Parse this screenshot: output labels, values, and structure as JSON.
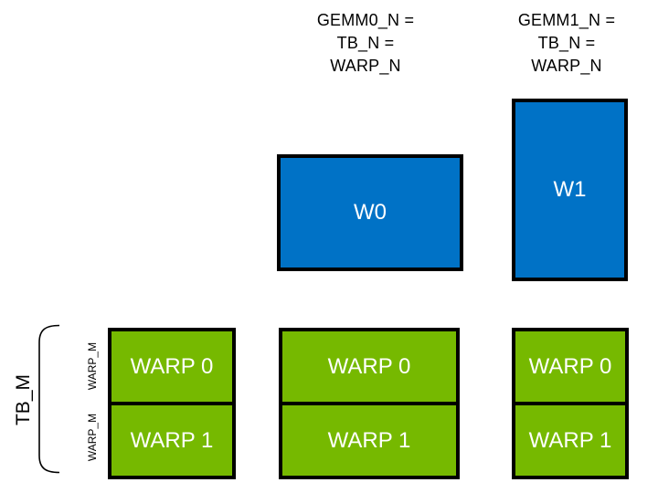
{
  "diagram": {
    "title_context": "GEMM warp tiling diagram",
    "colors": {
      "warp_tile_blue": "#0072C6",
      "warp_cell_green": "#76B900",
      "border_black": "#000000",
      "text_on_fill": "#ffffff",
      "annotation_text": "#000000"
    },
    "headers": [
      {
        "lines": [
          "GEMM0_N =",
          "TB_N =",
          "WARP_N"
        ]
      },
      {
        "lines": [
          "GEMM1_N =",
          "TB_N =",
          "WARP_N"
        ]
      }
    ],
    "blue_tiles": [
      {
        "label": "W0"
      },
      {
        "label": "W1"
      }
    ],
    "left_axis": {
      "bracket_label": "TB_M",
      "row_labels": [
        "WARP_M",
        "WARP_M"
      ]
    },
    "warp_grid": {
      "columns": [
        {
          "cells": [
            "WARP 0",
            "WARP 1"
          ]
        },
        {
          "cells": [
            "WARP 0",
            "WARP 1"
          ]
        },
        {
          "cells": [
            "WARP 0",
            "WARP 1"
          ]
        }
      ]
    }
  }
}
